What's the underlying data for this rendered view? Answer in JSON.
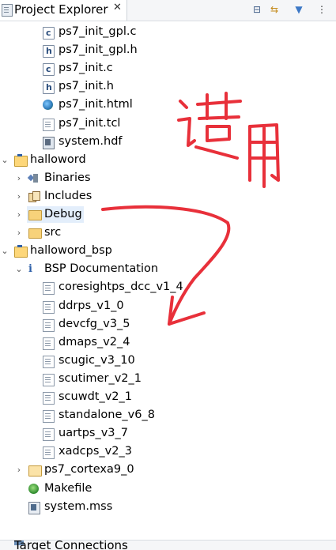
{
  "view": {
    "title": "Project Explorer",
    "close_glyph": "✕",
    "toolbar": [
      {
        "name": "collapse-all-icon",
        "glyph": "⊟"
      },
      {
        "name": "link-with-editor-icon",
        "glyph": "⇆"
      },
      {
        "name": "filter-icon",
        "glyph": "▼"
      },
      {
        "name": "view-menu-icon",
        "glyph": "⋮"
      }
    ]
  },
  "tree": {
    "items": [
      {
        "label": "ps7_init_gpl.c",
        "icon": "c-file-icon"
      },
      {
        "label": "ps7_init_gpl.h",
        "icon": "h-file-icon"
      },
      {
        "label": "ps7_init.c",
        "icon": "c-file-icon"
      },
      {
        "label": "ps7_init.h",
        "icon": "h-file-icon"
      },
      {
        "label": "ps7_init.html",
        "icon": "html-file-icon"
      },
      {
        "label": "ps7_init.tcl",
        "icon": "text-file-icon"
      },
      {
        "label": "system.hdf",
        "icon": "hardware-file-icon"
      },
      {
        "label": "halloword",
        "icon": "project-icon",
        "toggle": "⌄"
      },
      {
        "label": "Binaries",
        "icon": "binaries-icon",
        "toggle": "›"
      },
      {
        "label": "Includes",
        "icon": "includes-icon",
        "toggle": "›"
      },
      {
        "label": "Debug",
        "icon": "folder-icon",
        "toggle": "›"
      },
      {
        "label": "src",
        "icon": "folder-icon",
        "toggle": "›"
      },
      {
        "label": "halloword_bsp",
        "icon": "project-icon",
        "toggle": "⌄"
      },
      {
        "label": "BSP Documentation",
        "icon": "info-icon",
        "toggle": "⌄"
      },
      {
        "label": "coresightps_dcc_v1_4",
        "icon": "document-icon"
      },
      {
        "label": "ddrps_v1_0",
        "icon": "document-icon"
      },
      {
        "label": "devcfg_v3_5",
        "icon": "document-icon"
      },
      {
        "label": "dmaps_v2_4",
        "icon": "document-icon"
      },
      {
        "label": "scugic_v3_10",
        "icon": "document-icon"
      },
      {
        "label": "scutimer_v2_1",
        "icon": "document-icon"
      },
      {
        "label": "scuwdt_v2_1",
        "icon": "document-icon"
      },
      {
        "label": "standalone_v6_8",
        "icon": "document-icon"
      },
      {
        "label": "uartps_v3_7",
        "icon": "document-icon"
      },
      {
        "label": "xadcps_v2_3",
        "icon": "document-icon"
      },
      {
        "label": "ps7_cortexa9_0",
        "icon": "archive-folder-icon",
        "toggle": "›"
      },
      {
        "label": "Makefile",
        "icon": "makefile-icon"
      },
      {
        "label": "system.mss",
        "icon": "mss-file-icon"
      }
    ]
  },
  "bottom_view": {
    "title": "Target Connections"
  },
  "colors": {
    "selection": "#e3eefb",
    "ink": "#e8303a"
  }
}
